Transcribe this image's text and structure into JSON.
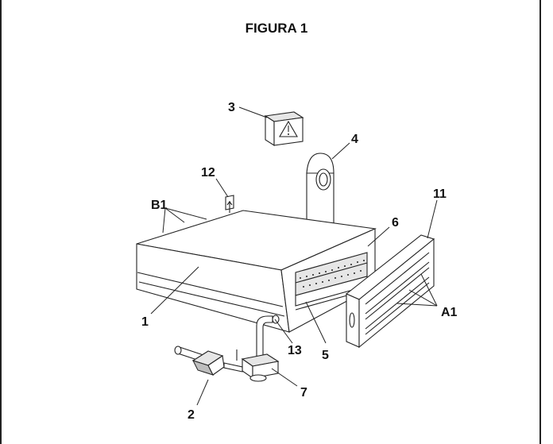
{
  "figure": {
    "title": "FIGURA 1"
  },
  "labels": {
    "l1": "1",
    "l2": "2",
    "l3": "3",
    "l4": "4",
    "l5": "5",
    "l6": "6",
    "l7": "7",
    "l11": "11",
    "l12": "12",
    "l13": "13",
    "lA1": "A1",
    "lB1": "B1"
  }
}
